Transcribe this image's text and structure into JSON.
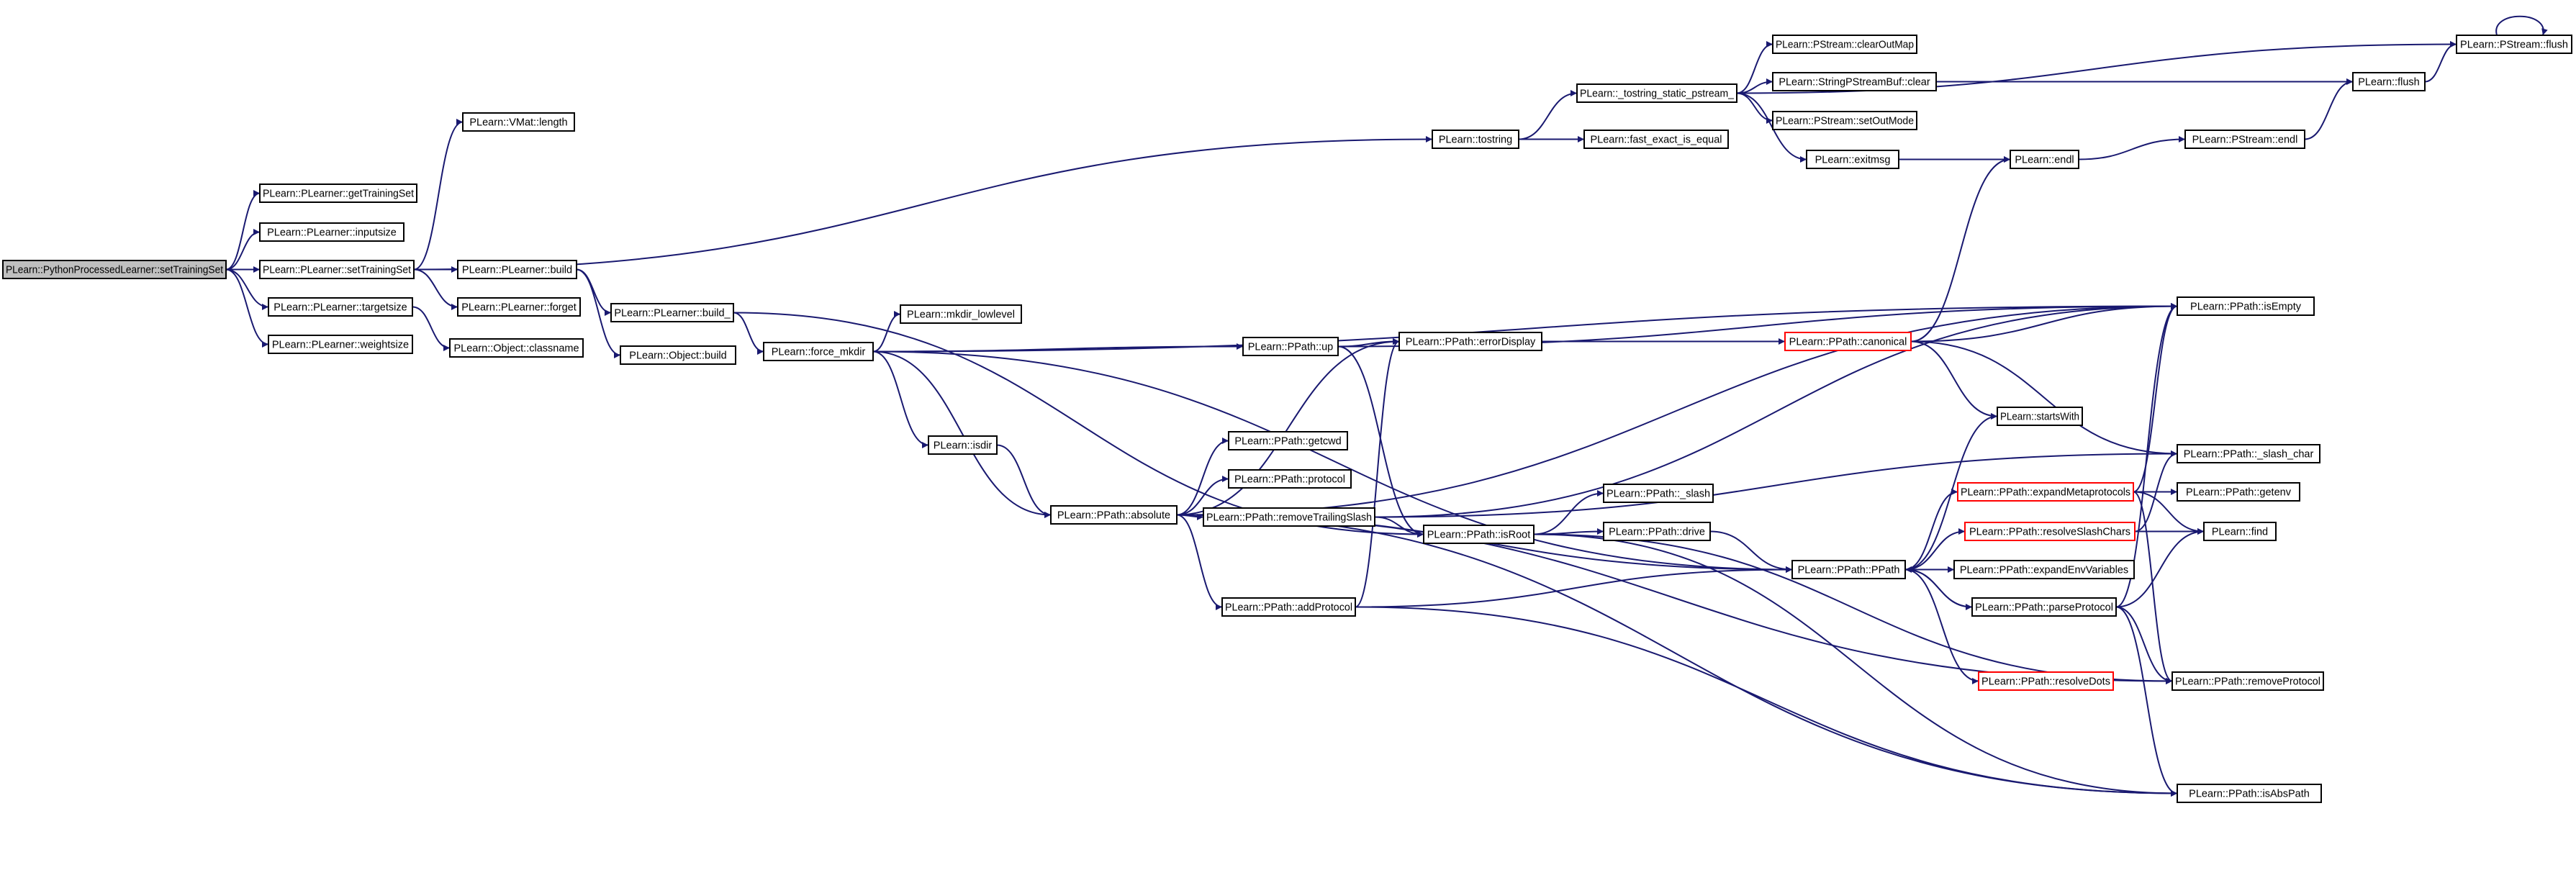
{
  "graph": {
    "edge_color": "#191970",
    "root_fill": "#bfbfbf",
    "truncated_border_color": "#ff0000",
    "nodes": [
      {
        "id": "root",
        "label": "PLearn::PythonProcessedLearner::setTrainingSet",
        "style": "root"
      },
      {
        "id": "getTrainingSet",
        "label": "PLearn::PLearner::getTrainingSet"
      },
      {
        "id": "inputsize",
        "label": "PLearn::PLearner::inputsize"
      },
      {
        "id": "setTrainingSet",
        "label": "PLearn::PLearner::setTrainingSet"
      },
      {
        "id": "targetsize",
        "label": "PLearn::PLearner::targetsize"
      },
      {
        "id": "weightsize",
        "label": "PLearn::PLearner::weightsize"
      },
      {
        "id": "vmatLength",
        "label": "PLearn::VMat::length"
      },
      {
        "id": "build",
        "label": "PLearn::PLearner::build"
      },
      {
        "id": "forget",
        "label": "PLearn::PLearner::forget"
      },
      {
        "id": "classname",
        "label": "PLearn::Object::classname"
      },
      {
        "id": "build_",
        "label": "PLearn::PLearner::build_"
      },
      {
        "id": "objBuild",
        "label": "PLearn::Object::build"
      },
      {
        "id": "forceMkdir",
        "label": "PLearn::force_mkdir"
      },
      {
        "id": "mkdirLowlevel",
        "label": "PLearn::mkdir_lowlevel"
      },
      {
        "id": "isdir",
        "label": "PLearn::isdir"
      },
      {
        "id": "tostring",
        "label": "PLearn::tostring"
      },
      {
        "id": "tostringStatic",
        "label": "PLearn::_tostring_static_pstream_"
      },
      {
        "id": "fastExact",
        "label": "PLearn::fast_exact_is_equal"
      },
      {
        "id": "clearOutMap",
        "label": "PLearn::PStream::clearOutMap"
      },
      {
        "id": "spbClear",
        "label": "PLearn::StringPStreamBuf::clear"
      },
      {
        "id": "setOutMode",
        "label": "PLearn::PStream::setOutMode"
      },
      {
        "id": "exitmsg",
        "label": "PLearn::exitmsg"
      },
      {
        "id": "endl",
        "label": "PLearn::endl"
      },
      {
        "id": "flush",
        "label": "PLearn::flush"
      },
      {
        "id": "pstreamFlush",
        "label": "PLearn::PStream::flush"
      },
      {
        "id": "pstreamEndl",
        "label": "PLearn::PStream::endl"
      },
      {
        "id": "up",
        "label": "PLearn::PPath::up"
      },
      {
        "id": "errorDisplay",
        "label": "PLearn::PPath::errorDisplay"
      },
      {
        "id": "canonical",
        "label": "PLearn::PPath::canonical",
        "style": "red"
      },
      {
        "id": "isEmpty",
        "label": "PLearn::PPath::isEmpty"
      },
      {
        "id": "startsWith",
        "label": "PLearn::startsWith"
      },
      {
        "id": "slashChar",
        "label": "PLearn::PPath::_slash_char"
      },
      {
        "id": "absolute",
        "label": "PLearn::PPath::absolute"
      },
      {
        "id": "getcwd",
        "label": "PLearn::PPath::getcwd"
      },
      {
        "id": "protocol",
        "label": "PLearn::PPath::protocol"
      },
      {
        "id": "removeTrailingSlash",
        "label": "PLearn::PPath::removeTrailingSlash"
      },
      {
        "id": "isRoot",
        "label": "PLearn::PPath::isRoot"
      },
      {
        "id": "slash",
        "label": "PLearn::PPath::_slash"
      },
      {
        "id": "drive",
        "label": "PLearn::PPath::drive"
      },
      {
        "id": "ppath",
        "label": "PLearn::PPath::PPath"
      },
      {
        "id": "addProtocol",
        "label": "PLearn::PPath::addProtocol"
      },
      {
        "id": "expandMetaprotocols",
        "label": "PLearn::PPath::expandMetaprotocols",
        "style": "red"
      },
      {
        "id": "resolveSlashChars",
        "label": "PLearn::PPath::resolveSlashChars",
        "style": "red"
      },
      {
        "id": "expandEnvVariables",
        "label": "PLearn::PPath::expandEnvVariables"
      },
      {
        "id": "parseProtocol",
        "label": "PLearn::PPath::parseProtocol"
      },
      {
        "id": "resolveDots",
        "label": "PLearn::PPath::resolveDots",
        "style": "red"
      },
      {
        "id": "getenv",
        "label": "PLearn::PPath::getenv"
      },
      {
        "id": "find",
        "label": "PLearn::find"
      },
      {
        "id": "removeProtocol",
        "label": "PLearn::PPath::removeProtocol"
      },
      {
        "id": "isAbsPath",
        "label": "PLearn::PPath::isAbsPath"
      }
    ],
    "edges": [
      [
        "root",
        "getTrainingSet"
      ],
      [
        "root",
        "inputsize"
      ],
      [
        "root",
        "setTrainingSet"
      ],
      [
        "root",
        "targetsize"
      ],
      [
        "root",
        "weightsize"
      ],
      [
        "setTrainingSet",
        "vmatLength"
      ],
      [
        "setTrainingSet",
        "tostring"
      ],
      [
        "setTrainingSet",
        "build"
      ],
      [
        "setTrainingSet",
        "forget"
      ],
      [
        "targetsize",
        "classname"
      ],
      [
        "build",
        "build_"
      ],
      [
        "build",
        "objBuild"
      ],
      [
        "build_",
        "forceMkdir"
      ],
      [
        "build_",
        "isRoot"
      ],
      [
        "forceMkdir",
        "mkdirLowlevel"
      ],
      [
        "forceMkdir",
        "up"
      ],
      [
        "forceMkdir",
        "isdir"
      ],
      [
        "forceMkdir",
        "absolute"
      ],
      [
        "forceMkdir",
        "isEmpty"
      ],
      [
        "forceMkdir",
        "ppath"
      ],
      [
        "isdir",
        "absolute"
      ],
      [
        "tostring",
        "tostringStatic"
      ],
      [
        "tostring",
        "fastExact"
      ],
      [
        "tostringStatic",
        "clearOutMap"
      ],
      [
        "tostringStatic",
        "spbClear"
      ],
      [
        "tostringStatic",
        "setOutMode"
      ],
      [
        "tostringStatic",
        "exitmsg"
      ],
      [
        "tostringStatic",
        "pstreamFlush"
      ],
      [
        "spbClear",
        "flush"
      ],
      [
        "exitmsg",
        "endl"
      ],
      [
        "endl",
        "pstreamEndl"
      ],
      [
        "pstreamEndl",
        "flush"
      ],
      [
        "flush",
        "pstreamFlush"
      ],
      [
        "pstreamFlush",
        "pstreamFlush"
      ],
      [
        "up",
        "errorDisplay"
      ],
      [
        "up",
        "isEmpty"
      ],
      [
        "up",
        "isRoot"
      ],
      [
        "errorDisplay",
        "canonical"
      ],
      [
        "canonical",
        "endl"
      ],
      [
        "canonical",
        "isEmpty"
      ],
      [
        "canonical",
        "startsWith"
      ],
      [
        "canonical",
        "slashChar"
      ],
      [
        "absolute",
        "getcwd"
      ],
      [
        "absolute",
        "protocol"
      ],
      [
        "absolute",
        "removeTrailingSlash"
      ],
      [
        "absolute",
        "errorDisplay"
      ],
      [
        "absolute",
        "isEmpty"
      ],
      [
        "absolute",
        "ppath"
      ],
      [
        "absolute",
        "addProtocol"
      ],
      [
        "absolute",
        "isAbsPath"
      ],
      [
        "absolute",
        "removeProtocol"
      ],
      [
        "removeTrailingSlash",
        "isRoot"
      ],
      [
        "removeTrailingSlash",
        "slashChar"
      ],
      [
        "removeTrailingSlash",
        "isEmpty"
      ],
      [
        "isRoot",
        "slash"
      ],
      [
        "isRoot",
        "drive"
      ],
      [
        "isRoot",
        "isAbsPath"
      ],
      [
        "isRoot",
        "removeProtocol"
      ],
      [
        "drive",
        "ppath"
      ],
      [
        "addProtocol",
        "errorDisplay"
      ],
      [
        "addProtocol",
        "ppath"
      ],
      [
        "addProtocol",
        "isAbsPath"
      ],
      [
        "ppath",
        "startsWith"
      ],
      [
        "ppath",
        "expandMetaprotocols"
      ],
      [
        "ppath",
        "resolveSlashChars"
      ],
      [
        "ppath",
        "expandEnvVariables"
      ],
      [
        "ppath",
        "parseProtocol"
      ],
      [
        "ppath",
        "resolveDots"
      ],
      [
        "expandMetaprotocols",
        "isEmpty"
      ],
      [
        "expandMetaprotocols",
        "getenv"
      ],
      [
        "expandMetaprotocols",
        "find"
      ],
      [
        "expandMetaprotocols",
        "removeProtocol"
      ],
      [
        "resolveSlashChars",
        "slashChar"
      ],
      [
        "resolveSlashChars",
        "find"
      ],
      [
        "parseProtocol",
        "ppath"
      ],
      [
        "parseProtocol",
        "find"
      ],
      [
        "parseProtocol",
        "removeProtocol"
      ],
      [
        "parseProtocol",
        "isAbsPath"
      ],
      [
        "parseProtocol",
        "isEmpty"
      ]
    ]
  }
}
